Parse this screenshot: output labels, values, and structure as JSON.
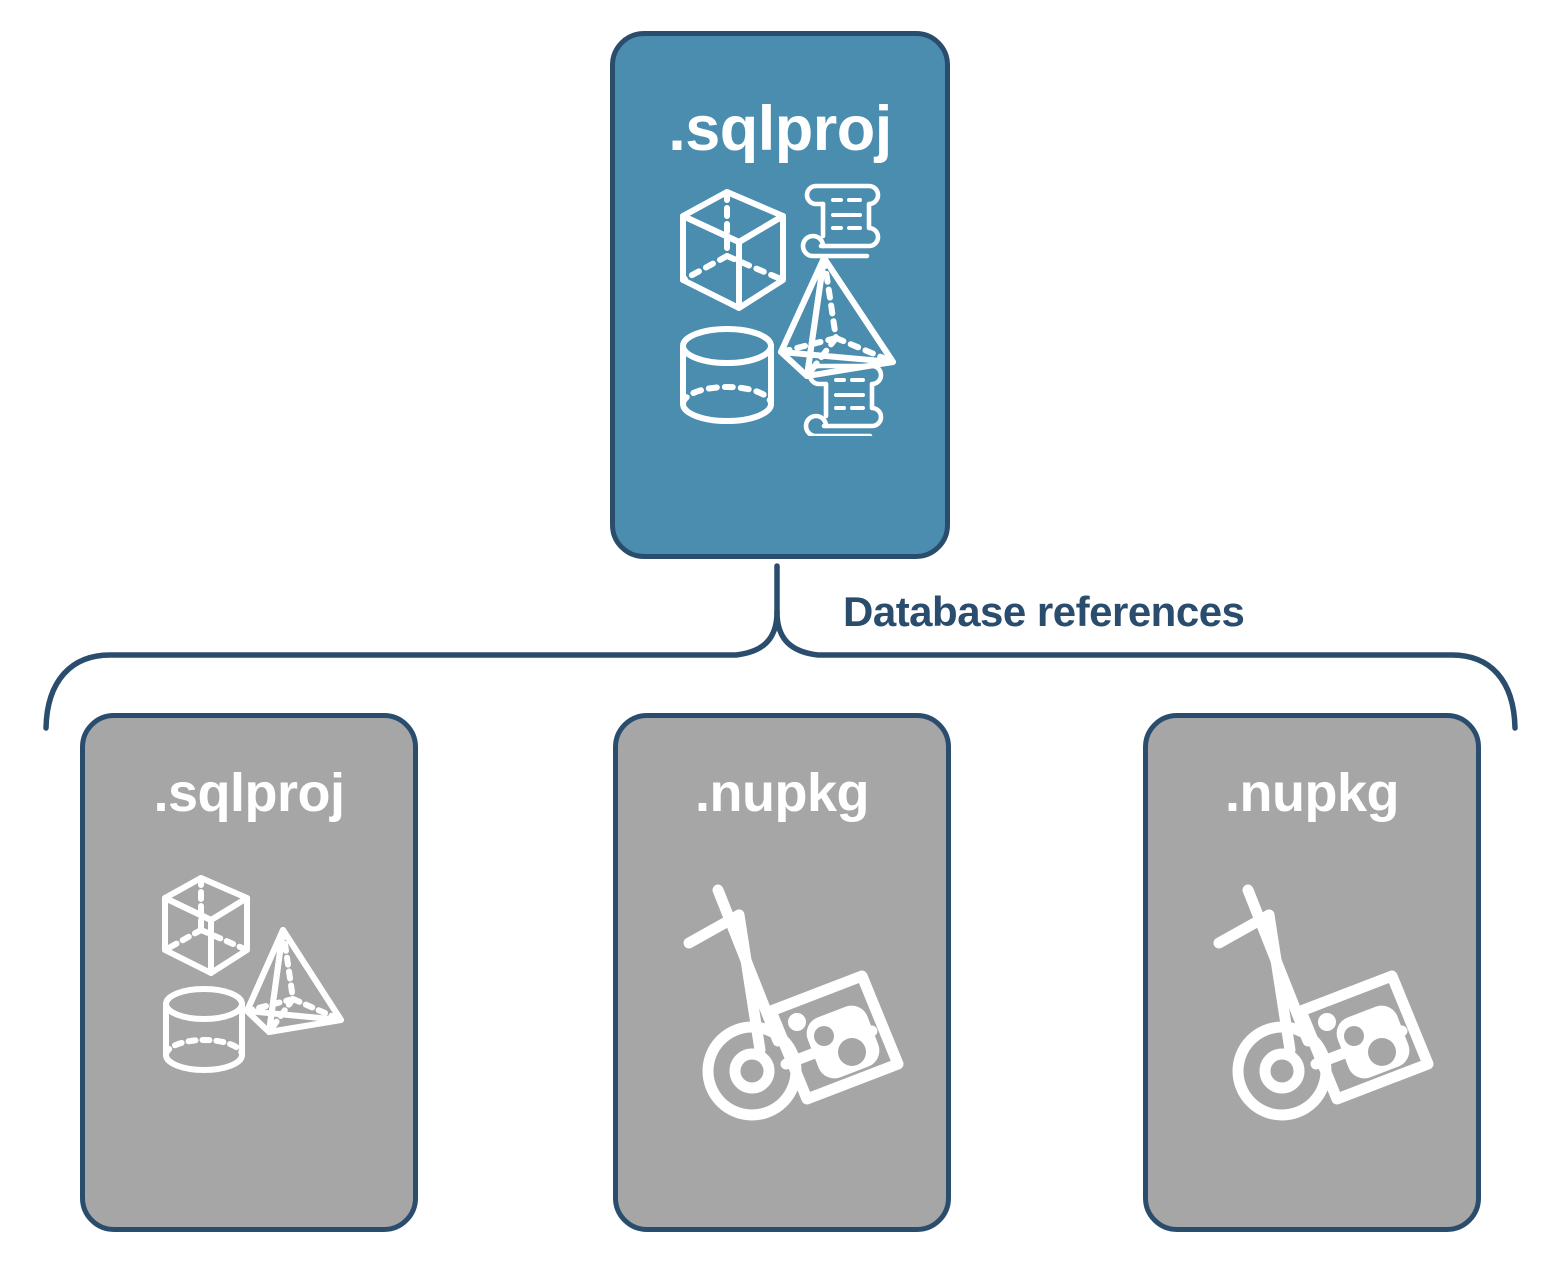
{
  "diagram": {
    "title_text_top": ".sqlproj",
    "connector_label": "Database references",
    "colors": {
      "accent_blue_fill": "#4A8DAF",
      "card_gray_fill": "#A6A6A6",
      "outline_navy": "#2A4D6E",
      "icon_white": "#FFFFFF",
      "background": "#FFFFFF"
    }
  },
  "root_node": {
    "label": ".sqlproj",
    "fill": "#4A8DAF",
    "icon_name": "database-objects-icon",
    "icon_parts": [
      "cube",
      "pyramid",
      "cylinder",
      "scroll",
      "scroll"
    ]
  },
  "references": [
    {
      "label": ".sqlproj",
      "fill": "#A6A6A6",
      "icon_name": "database-objects-icon",
      "icon_parts": [
        "cube",
        "pyramid",
        "cylinder"
      ]
    },
    {
      "label": ".nupkg",
      "fill": "#A6A6A6",
      "icon_name": "nuget-package-handtruck-icon",
      "icon_parts": [
        "hand-truck",
        "package-box",
        "nuget-logo"
      ]
    },
    {
      "label": ".nupkg",
      "fill": "#A6A6A6",
      "icon_name": "nuget-package-handtruck-icon",
      "icon_parts": [
        "hand-truck",
        "package-box",
        "nuget-logo"
      ]
    }
  ]
}
